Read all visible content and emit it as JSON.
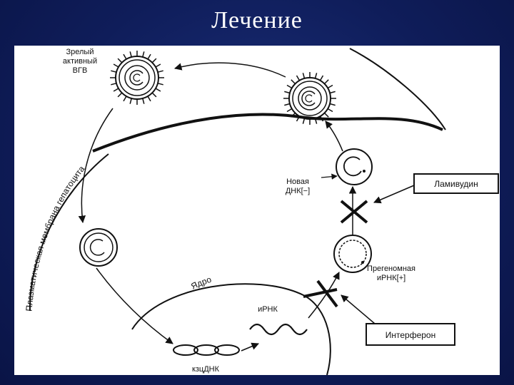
{
  "title": "Лечение",
  "labels": {
    "mature_line1": "Зрелый",
    "mature_line2": "активный",
    "mature_line3": "ВГВ",
    "new_dna_line1": "Новая",
    "new_dna_line2": "ДНК[−]",
    "pregenomic_line1": "Прегеномная",
    "pregenomic_line2": "иРНК[+]",
    "nucleus": "Ядро",
    "mrna": "иРНК",
    "cccdna": "кзцДНК",
    "membrane": "Плазматическая мембрана гепатоцита"
  },
  "boxes": {
    "lamivudine": "Ламивудин",
    "interferon": "Интерферон"
  }
}
